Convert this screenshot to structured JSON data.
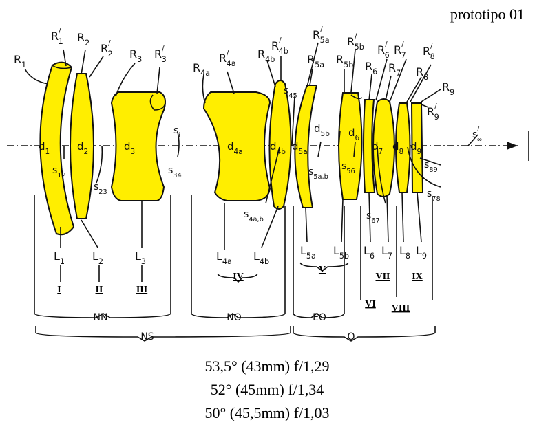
{
  "title": "prototipo 01",
  "radius_labels": [
    {
      "t": "R",
      "s": "1"
    },
    {
      "t": "R",
      "s": "1",
      "prime": true
    },
    {
      "t": "R",
      "s": "2"
    },
    {
      "t": "R",
      "s": "2",
      "prime": true
    },
    {
      "t": "R",
      "s": "3"
    },
    {
      "t": "R",
      "s": "3",
      "prime": true
    },
    {
      "t": "R",
      "s": "4a"
    },
    {
      "t": "R",
      "s": "4a",
      "prime": true
    },
    {
      "t": "R",
      "s": "4b"
    },
    {
      "t": "R",
      "s": "4b",
      "prime": true
    },
    {
      "t": "R",
      "s": "5a",
      "prime": true
    },
    {
      "t": "R",
      "s": "5a"
    },
    {
      "t": "R",
      "s": "5b",
      "prime": true
    },
    {
      "t": "R",
      "s": "5b"
    },
    {
      "t": "R",
      "s": "6",
      "prime": true
    },
    {
      "t": "R",
      "s": "6"
    },
    {
      "t": "R",
      "s": "7",
      "prime": true
    },
    {
      "t": "R",
      "s": "7"
    },
    {
      "t": "R",
      "s": "8",
      "prime": true
    },
    {
      "t": "R",
      "s": "8"
    },
    {
      "t": "R",
      "s": "9"
    },
    {
      "t": "R",
      "s": "9",
      "prime": true
    }
  ],
  "thickness_labels": [
    {
      "t": "d",
      "s": "1"
    },
    {
      "t": "d",
      "s": "2"
    },
    {
      "t": "d",
      "s": "3"
    },
    {
      "t": "d",
      "s": "4a"
    },
    {
      "t": "d",
      "s": "4b"
    },
    {
      "t": "d",
      "s": "5a"
    },
    {
      "t": "d",
      "s": "5b"
    },
    {
      "t": "d",
      "s": "6"
    },
    {
      "t": "d",
      "s": "7"
    },
    {
      "t": "d",
      "s": "8"
    },
    {
      "t": "d",
      "s": "9"
    }
  ],
  "spacing_labels": [
    {
      "t": "s",
      "s": "12"
    },
    {
      "t": "s",
      "s": "23"
    },
    {
      "t": "s",
      "s": "i"
    },
    {
      "t": "s",
      "s": "34"
    },
    {
      "t": "s",
      "s": "4a,b"
    },
    {
      "t": "s",
      "s": "45"
    },
    {
      "t": "s",
      "s": "5a,b"
    },
    {
      "t": "s",
      "s": "56"
    },
    {
      "t": "s",
      "s": "67"
    },
    {
      "t": "s",
      "s": "78"
    },
    {
      "t": "s",
      "s": "89"
    },
    {
      "t": "s",
      "s": "∞",
      "prime": true
    }
  ],
  "lens_labels": [
    {
      "t": "L",
      "s": "1"
    },
    {
      "t": "L",
      "s": "2"
    },
    {
      "t": "L",
      "s": "3"
    },
    {
      "t": "L",
      "s": "4a"
    },
    {
      "t": "L",
      "s": "4b"
    },
    {
      "t": "L",
      "s": "5a"
    },
    {
      "t": "L",
      "s": "5b"
    },
    {
      "t": "L",
      "s": "6"
    },
    {
      "t": "L",
      "s": "7"
    },
    {
      "t": "L",
      "s": "8"
    },
    {
      "t": "L",
      "s": "9"
    }
  ],
  "roman_labels": [
    "I",
    "II",
    "III",
    "IV",
    "V",
    "VI",
    "VII",
    "VIII",
    "IX"
  ],
  "group_labels": [
    "NN",
    "NO",
    "EO",
    "NS",
    "O"
  ],
  "specs": [
    "53,5° (43mm) f/1,29",
    "52° (45mm) f/1,34",
    "50° (45,5mm) f/1,03"
  ]
}
